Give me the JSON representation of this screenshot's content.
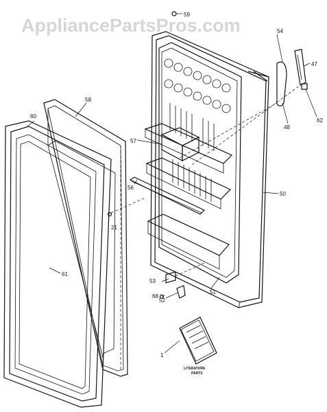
{
  "watermark": "AppliancePartsPros.com",
  "colors": {
    "ink": "#111111",
    "watermark": "#d6d6d6",
    "background": "#ffffff"
  },
  "labels": {
    "p1": "1",
    "p21": "21",
    "p47": "47",
    "p48": "48",
    "p50": "50",
    "p51": "51",
    "p52": "52",
    "p53": "53",
    "p54": "54",
    "p56": "56",
    "p57": "57",
    "p58": "58",
    "p59": "59",
    "p60": "60",
    "p61": "61",
    "p62": "62",
    "p68": "68"
  },
  "literature": {
    "line1": "LITERATURE",
    "line2": "PARTS"
  }
}
